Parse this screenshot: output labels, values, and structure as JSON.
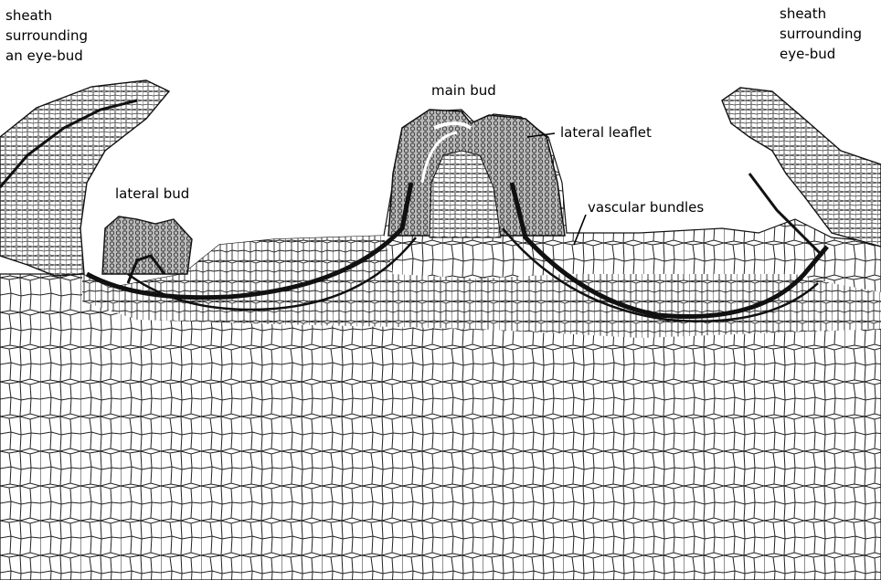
{
  "labels": {
    "sheath_left": [
      "sheath",
      "surrounding",
      "an eye-bud"
    ],
    "sheath_right": [
      "sheath",
      "surrounding",
      "eye-bud"
    ],
    "main_bud": "main bud",
    "lateral_leaflet": "lateral leaflet",
    "lateral_bud": "lateral bud",
    "vascular_bundles": "vascular bundles"
  },
  "colors": {
    "ink": "#111111",
    "paper": "#ffffff",
    "tissue_dense": "#555555"
  }
}
